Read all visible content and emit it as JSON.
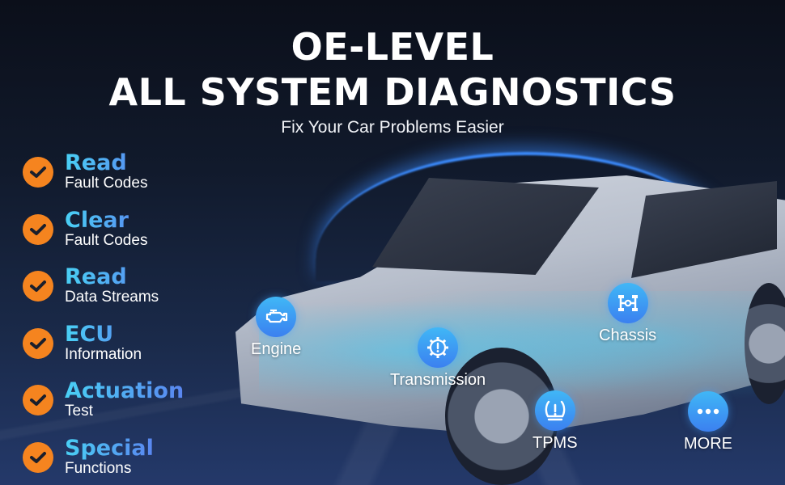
{
  "headline": {
    "line1": "OE-LEVEL",
    "line2": "ALL SYSTEM DIAGNOSTICS"
  },
  "subtitle": "Fix Your Car Problems Easier",
  "features": [
    {
      "title": "Read",
      "subtitle": "Fault Codes",
      "icon": "check-circle-icon"
    },
    {
      "title": "Clear",
      "subtitle": "Fault Codes",
      "icon": "check-circle-icon"
    },
    {
      "title": "Read",
      "subtitle": "Data Streams",
      "icon": "check-circle-icon"
    },
    {
      "title": "ECU",
      "subtitle": "Information",
      "icon": "check-circle-icon"
    },
    {
      "title": "Actuation",
      "subtitle": "Test",
      "icon": "check-circle-icon"
    },
    {
      "title": "Special",
      "subtitle": "Functions",
      "icon": "check-circle-icon"
    }
  ],
  "systems": [
    {
      "label": "Engine",
      "icon": "engine-icon"
    },
    {
      "label": "Transmission",
      "icon": "gear-warning-icon"
    },
    {
      "label": "Chassis",
      "icon": "chassis-icon"
    },
    {
      "label": "TPMS",
      "icon": "tire-pressure-icon"
    },
    {
      "label": "MORE",
      "icon": "more-dots-icon"
    }
  ],
  "colors": {
    "check_orange": "#f5841f",
    "title_gradient_start": "#49d0f5",
    "title_gradient_end": "#5a86f0",
    "icon_blue": "#3b80f0",
    "background_dark": "#0b0f1a",
    "background_bottom": "#24396a"
  }
}
